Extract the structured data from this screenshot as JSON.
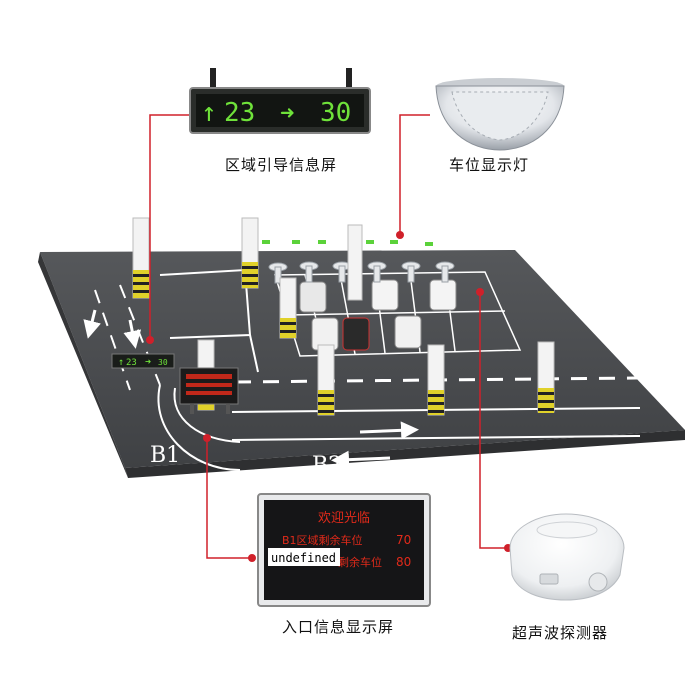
{
  "captions": {
    "guide_screen": "区域引导信息屏",
    "space_light": "车位显示灯",
    "entrance_screen": "入口信息显示屏",
    "ultrasonic_detector": "超声波探测器"
  },
  "guide_screen": {
    "left_value": "23",
    "right_value": "30"
  },
  "mini_guide_screen": {
    "left_value": "23",
    "right_value": "30"
  },
  "entrance_screen": {
    "title": "欢迎光临",
    "rows": [
      {
        "label": "B1区域剩余车位",
        "value": "70"
      },
      {
        "label": "剩余车位",
        "value": "80"
      }
    ],
    "overlay_tag": "undefined"
  },
  "floor_labels": {
    "b1": "B1",
    "b2": "B2"
  },
  "colors": {
    "accent_line": "#d0202a",
    "led_green": "#6fe23a",
    "led_red": "#e02a1a",
    "floor": "#4d4f52"
  }
}
